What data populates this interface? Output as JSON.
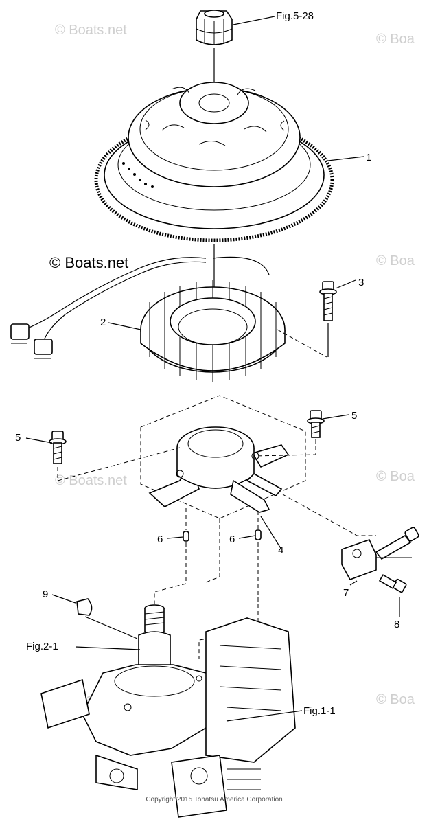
{
  "watermarks": {
    "main": "© Boats.net",
    "tiled": [
      "© Boats.net",
      "© Boa",
      "© Boa",
      "© Boats.net",
      "© Boa",
      "© Boats.net",
      "© Boa"
    ]
  },
  "copyright": "Copyright 2015 Tohatsu America Corporation",
  "labels": {
    "fig_5_28": "Fig.5-28",
    "n1": "1",
    "n2": "2",
    "n3": "3",
    "n4": "4",
    "n5_left": "5",
    "n5_right": "5",
    "n6_left": "6",
    "n6_right": "6",
    "n7": "7",
    "n8": "8",
    "n9": "9",
    "fig_2_1": "Fig.2-1",
    "fig_1_1": "Fig.1-1"
  }
}
